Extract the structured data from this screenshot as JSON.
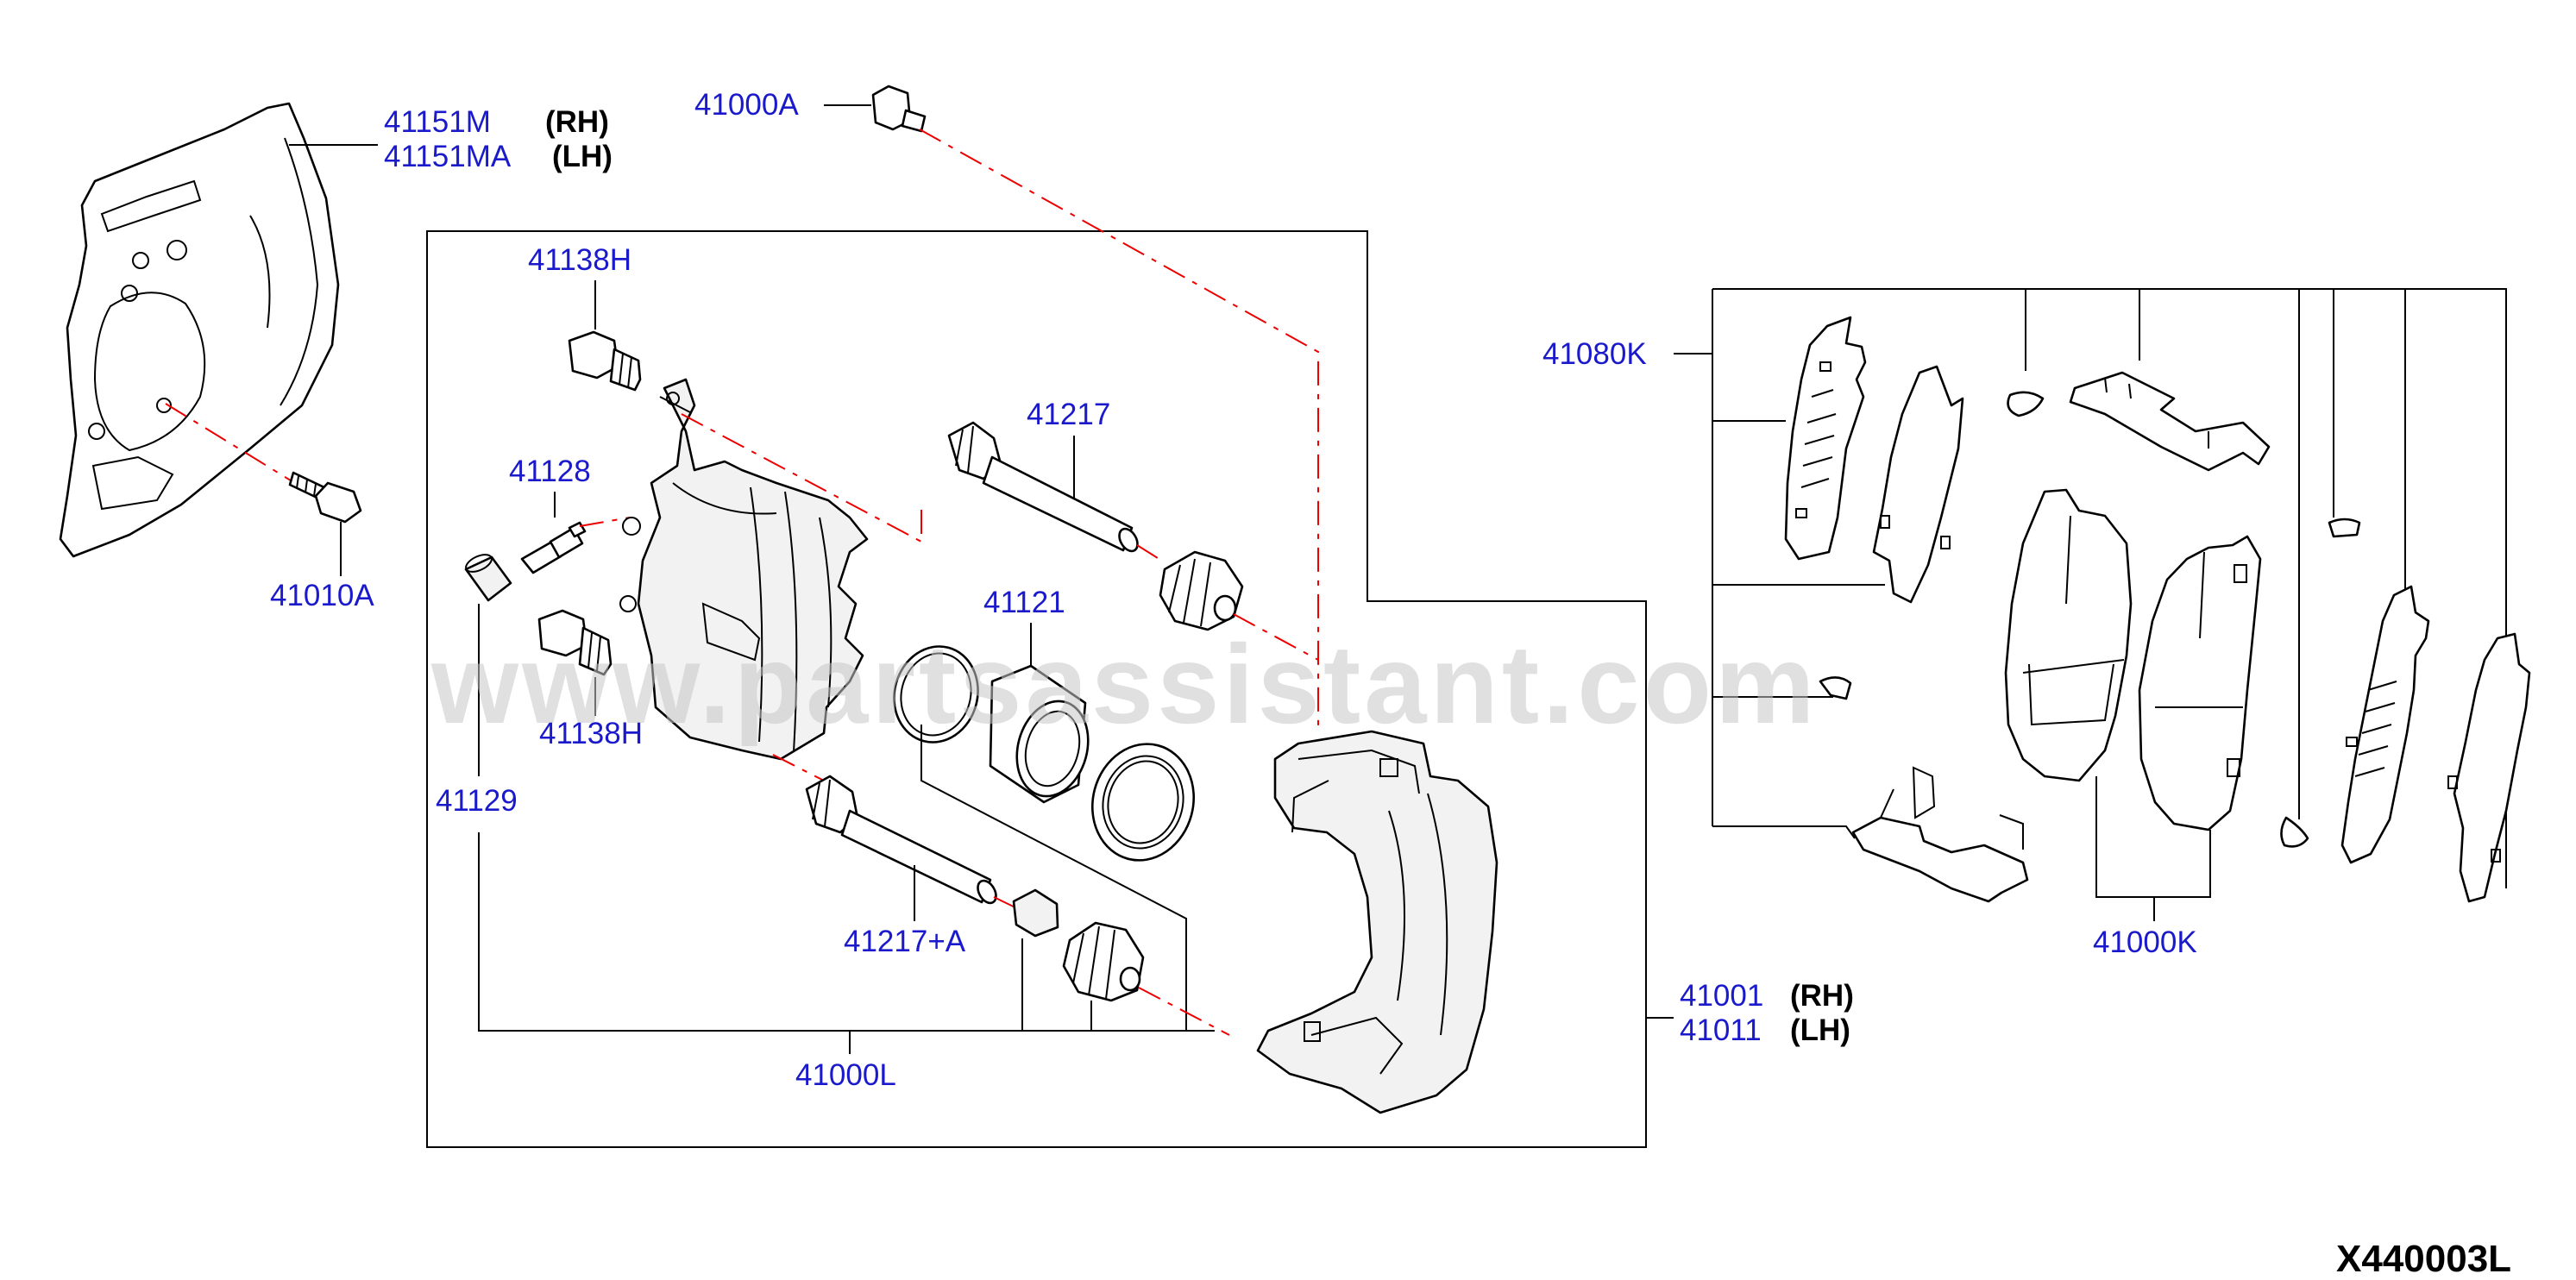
{
  "labels": {
    "shield_rh_pn": "41151M",
    "shield_rh_side": "(RH)",
    "shield_lh_pn": "41151MA",
    "shield_lh_side": "(LH)",
    "shield_bolt": "41010A",
    "caliper_bolt_top": "41000A",
    "guide_bolt_upper": "41138H",
    "bleeder": "41128",
    "guide_bolt_lower": "41138H",
    "bleeder_cap": "41129",
    "pin_upper": "41217",
    "piston": "41121",
    "pin_lower": "41217+A",
    "caliper_assy": "41000L",
    "support_rh_pn": "41001",
    "support_rh_side": "(RH)",
    "support_lh_pn": "41011",
    "support_lh_side": "(LH)",
    "shim_kit": "41080K",
    "pad_kit": "41000K",
    "drawing_code": "X440003L",
    "watermark": "www.partsassistant.com"
  },
  "colors": {
    "part_number": "#1a1acc",
    "dash_line": "#ee0000",
    "outline": "#000000",
    "watermark": "#c8c8c8"
  }
}
